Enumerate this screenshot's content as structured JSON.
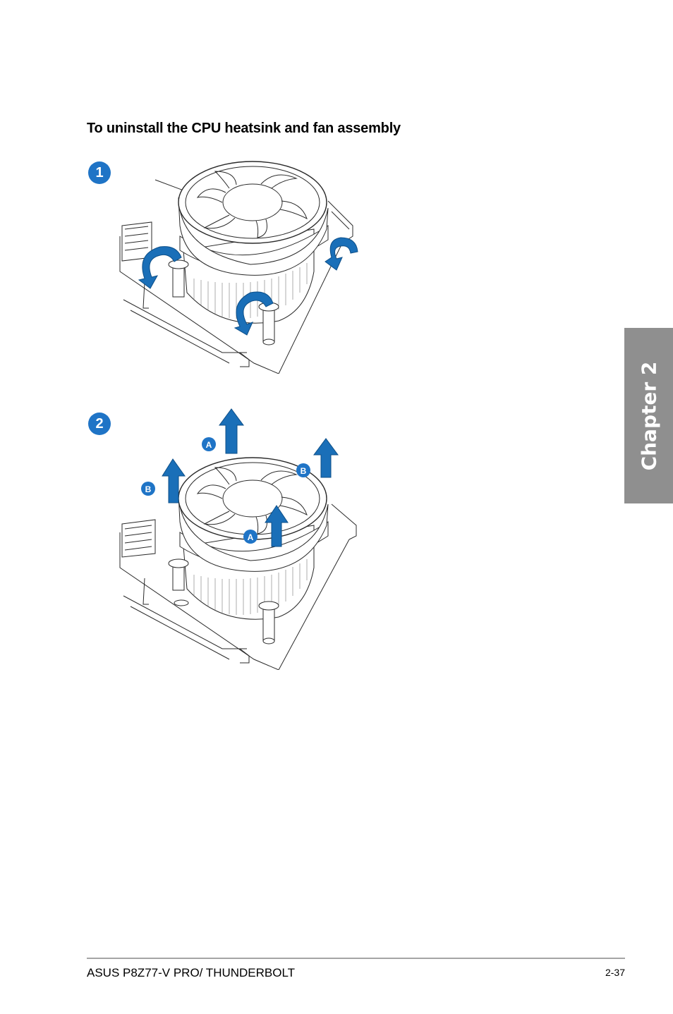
{
  "section_title": "To uninstall the CPU heatsink and fan assembly",
  "steps": [
    {
      "badge": "1"
    },
    {
      "badge": "2",
      "labels": [
        "A",
        "B",
        "B",
        "A"
      ]
    }
  ],
  "chapter_tab": "Chapter 2",
  "footer": {
    "product": "ASUS P8Z77-V PRO/ THUNDERBOLT",
    "page_number": "2-37"
  },
  "colors": {
    "accent": "#1f74c6",
    "tab_gray": "#8f8f8f",
    "line": "#2a2a2a"
  }
}
